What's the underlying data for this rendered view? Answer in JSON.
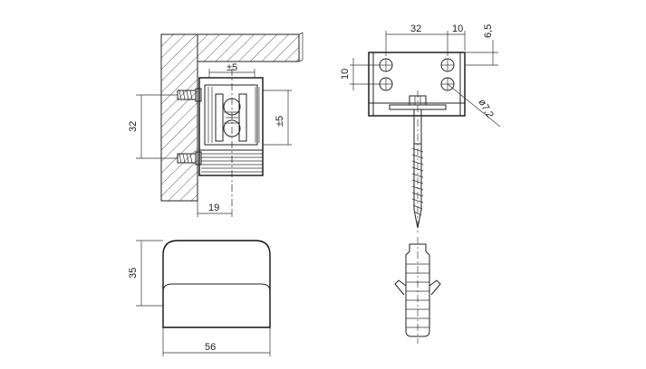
{
  "dimensions": {
    "side_view": {
      "width_top": "±5",
      "height_left": "32",
      "height_right": "±5",
      "depth_bottom": "19"
    },
    "front_cover": {
      "height": "35",
      "width": "56"
    },
    "fixing_view": {
      "hole_spacing": "32",
      "edge_offset": "10",
      "top_offset": "6,5",
      "vertical_offset": "10",
      "hole_diameter": "ø7,2"
    }
  },
  "colors": {
    "line": "#222222",
    "background": "#ffffff"
  }
}
